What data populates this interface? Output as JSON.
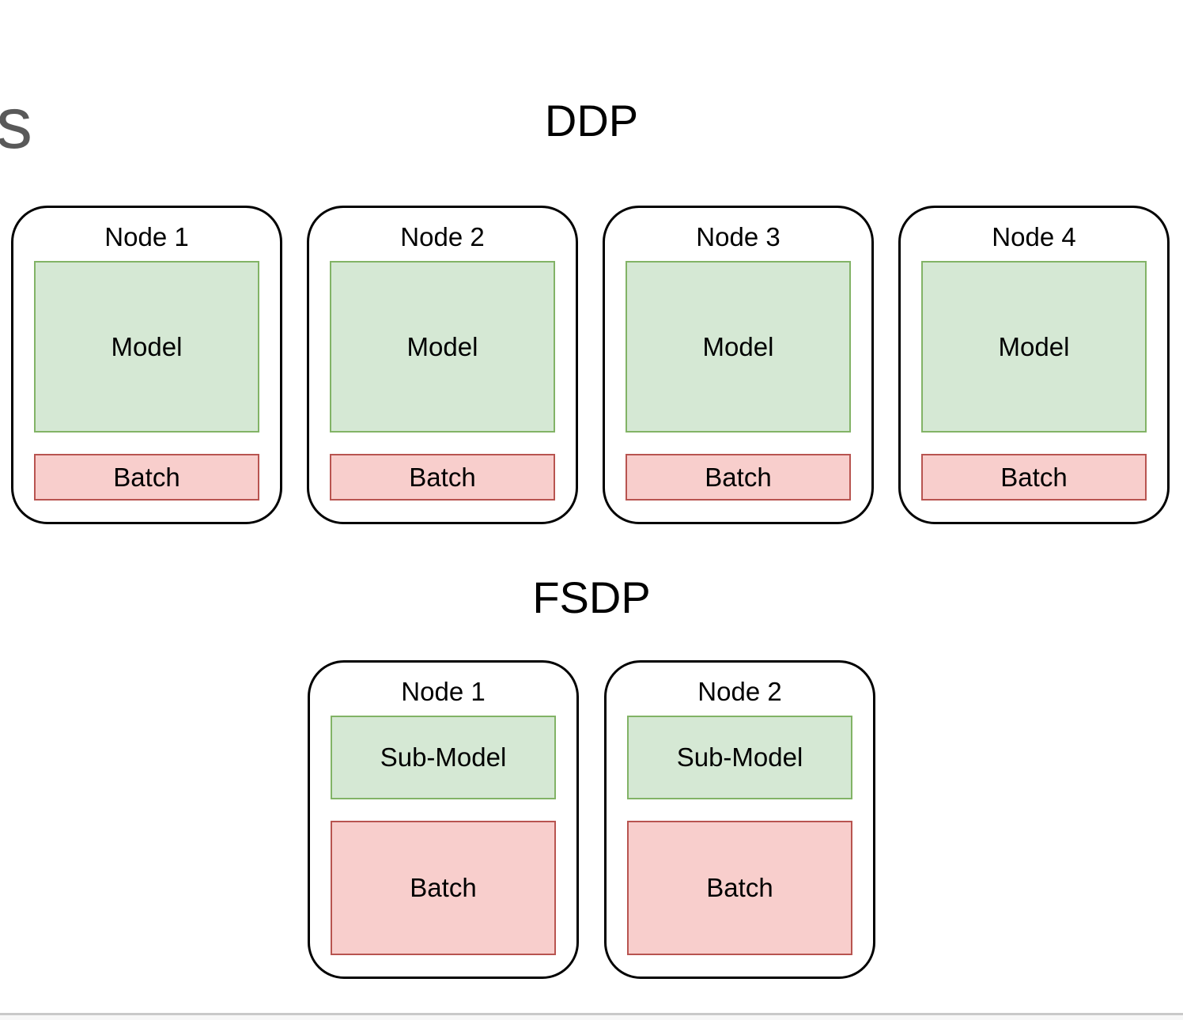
{
  "page": {
    "partial_heading_text": "s"
  },
  "colors": {
    "model_fill": "#d5e8d4",
    "model_border": "#82b366",
    "batch_fill": "#f8cecc",
    "batch_border": "#b85450",
    "node_border": "#000000",
    "partial_heading": "#595959",
    "bottom_divider": "#c9c9c9"
  },
  "ddp": {
    "title": "DDP",
    "nodes": [
      {
        "label": "Node 1",
        "model": "Model",
        "batch": "Batch"
      },
      {
        "label": "Node 2",
        "model": "Model",
        "batch": "Batch"
      },
      {
        "label": "Node 3",
        "model": "Model",
        "batch": "Batch"
      },
      {
        "label": "Node 4",
        "model": "Model",
        "batch": "Batch"
      }
    ]
  },
  "fsdp": {
    "title": "FSDP",
    "nodes": [
      {
        "label": "Node 1",
        "model": "Sub-Model",
        "batch": "Batch"
      },
      {
        "label": "Node 2",
        "model": "Sub-Model",
        "batch": "Batch"
      }
    ]
  }
}
